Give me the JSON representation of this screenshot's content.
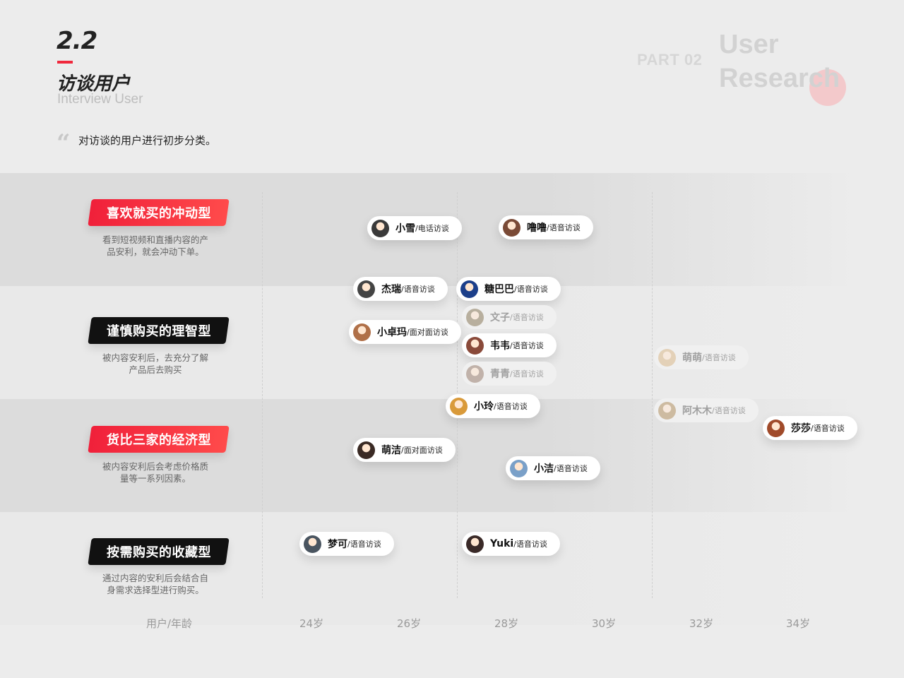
{
  "header": {
    "section_number": "2.2",
    "title_cn": "访谈用户",
    "title_en": "Interview User",
    "part_label": "PART 02",
    "research_line1": "User",
    "research_line2": "Research",
    "quote_mark": "“",
    "quote_text": "对访谈的用户进行初步分类。"
  },
  "categories": [
    {
      "label": "喜欢就买的冲动型",
      "style": "red",
      "desc_line1": "看到短视频和直播内容的产",
      "desc_line2": "品安利，就会冲动下单。"
    },
    {
      "label": "谨慎购买的理智型",
      "style": "black",
      "desc_line1": "被内容安利后，去充分了解",
      "desc_line2": "产品后去购买"
    },
    {
      "label": "货比三家的经济型",
      "style": "red",
      "desc_line1": "被内容安利后会考虑价格质",
      "desc_line2": "量等一系列因素。"
    },
    {
      "label": "按需购买的收藏型",
      "style": "black",
      "desc_line1": "通过内容的安利后会结合自",
      "desc_line2": "身需求选择型进行购买。"
    }
  ],
  "users": [
    {
      "name": "小雪",
      "mode": "/电话访谈",
      "faded": false,
      "avatar_color": "#3a3a3a"
    },
    {
      "name": "噜噜",
      "mode": "/语音访谈",
      "faded": false,
      "avatar_color": "#7a4a36"
    },
    {
      "name": "杰瑞",
      "mode": "/语音访谈",
      "faded": false,
      "avatar_color": "#444"
    },
    {
      "name": "糖巴巴",
      "mode": "/语音访谈",
      "faded": false,
      "avatar_color": "#1c3f8a"
    },
    {
      "name": "文子",
      "mode": "/语音访谈",
      "faded": true,
      "avatar_color": "#8a7a5a"
    },
    {
      "name": "小卓玛",
      "mode": "/面对面访谈",
      "faded": false,
      "avatar_color": "#b07048"
    },
    {
      "name": "韦韦",
      "mode": "/语音访谈",
      "faded": false,
      "avatar_color": "#8a4a3a"
    },
    {
      "name": "青青",
      "mode": "/语音访谈",
      "faded": true,
      "avatar_color": "#9a8070"
    },
    {
      "name": "萌萌",
      "mode": "/语音访谈",
      "faded": true,
      "avatar_color": "#d9b88a"
    },
    {
      "name": "小玲",
      "mode": "/语音访谈",
      "faded": false,
      "avatar_color": "#d99a3a"
    },
    {
      "name": "阿木木",
      "mode": "/语音访谈",
      "faded": true,
      "avatar_color": "#b09060"
    },
    {
      "name": "莎莎",
      "mode": "/语音访谈",
      "faded": false,
      "avatar_color": "#a04a2a"
    },
    {
      "name": "萌洁",
      "mode": "/面对面访谈",
      "faded": false,
      "avatar_color": "#3a2a24"
    },
    {
      "name": "小洁",
      "mode": "/语音访谈",
      "faded": false,
      "avatar_color": "#7aa0c8"
    },
    {
      "name": "梦可",
      "mode": "/语音访谈",
      "faded": false,
      "avatar_color": "#4a5560"
    },
    {
      "name": "Yuki",
      "mode": "/语音访谈",
      "faded": false,
      "avatar_color": "#3a2a28"
    }
  ],
  "axis": {
    "label": "用户/年龄",
    "ticks": [
      "24岁",
      "26岁",
      "28岁",
      "30岁",
      "32岁",
      "34岁"
    ]
  },
  "colors": {
    "accent_red": "#f0283c",
    "tag_black": "#111111"
  }
}
